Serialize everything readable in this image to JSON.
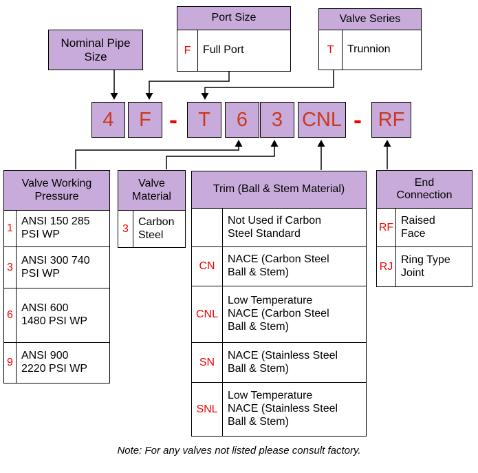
{
  "colors": {
    "box_fill": "#C8ABDA",
    "code_letter": "#C8391E",
    "accent_red": "#F50000"
  },
  "top": {
    "nominal_pipe_size": {
      "label": "Nominal Pipe\nSize"
    },
    "port_size": {
      "title": "Port Size",
      "code": "F",
      "desc": "Full Port"
    },
    "valve_series": {
      "title": "Valve Series",
      "code": "T",
      "desc": "Trunnion"
    }
  },
  "part_code": {
    "segments": [
      "4",
      "F",
      "-",
      "T",
      "6",
      "3",
      "CNL",
      "-",
      "RF"
    ]
  },
  "tables": {
    "working_pressure": {
      "title": "Valve Working\nPressure",
      "rows": [
        {
          "code": "1",
          "desc": "ANSI 150 285\nPSI WP"
        },
        {
          "code": "3",
          "desc": "ANSI 300 740\nPSI WP"
        },
        {
          "code": "6",
          "desc": "ANSI 600\n1480 PSI WP"
        },
        {
          "code": "9",
          "desc": "ANSI 900\n2220 PSI WP"
        }
      ]
    },
    "valve_material": {
      "title": "Valve\nMaterial",
      "rows": [
        {
          "code": "3",
          "desc": "Carbon\nSteel"
        }
      ]
    },
    "trim": {
      "title": "Trim (Ball & Stem Material)",
      "rows": [
        {
          "code": "",
          "desc": "Not Used if Carbon\nSteel Standard"
        },
        {
          "code": "CN",
          "desc": "NACE (Carbon Steel\nBall & Stem)"
        },
        {
          "code": "CNL",
          "desc": "Low Temperature\nNACE (Carbon Steel\nBall & Stem)"
        },
        {
          "code": "SN",
          "desc": "NACE (Stainless Steel\nBall & Stem)"
        },
        {
          "code": "SNL",
          "desc": "Low Temperature\nNACE (Stainless Steel\nBall & Stem)"
        }
      ]
    },
    "end_connection": {
      "title": "End\nConnection",
      "rows": [
        {
          "code": "RF",
          "desc": "Raised\nFace"
        },
        {
          "code": "RJ",
          "desc": "Ring Type\nJoint"
        }
      ]
    }
  },
  "note": "Note: For any valves not listed please consult factory."
}
